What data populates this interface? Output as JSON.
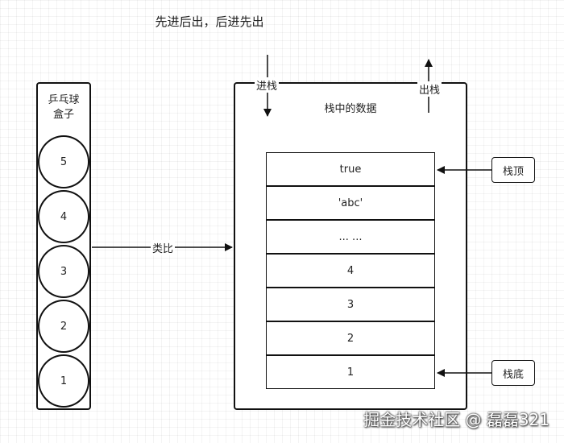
{
  "title": "先进后出，后进先出",
  "ping_pong": {
    "label_line1": "乒乓球",
    "label_line2": "盒子",
    "balls": [
      "5",
      "4",
      "3",
      "2",
      "1"
    ]
  },
  "analogy_label": "类比",
  "stack": {
    "title": "栈中的数据",
    "push_label": "进栈",
    "pop_label": "出栈",
    "cells": [
      "true",
      "'abc'",
      "... ...",
      "4",
      "3",
      "2",
      "1"
    ],
    "top_label": "栈顶",
    "bottom_label": "栈底"
  },
  "watermark": "掘金技术社区 @ 磊磊321"
}
